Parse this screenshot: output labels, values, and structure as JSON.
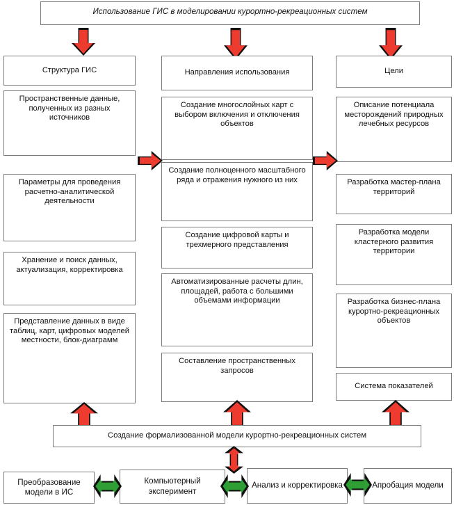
{
  "diagram": {
    "title": "Использование ГИС в моделировании курортно-рекреационных систем",
    "columns": {
      "left": {
        "header": "Структура ГИС",
        "items": [
          "Пространственные данные, полученных из разных источников",
          "Параметры для проведения расчетно-аналитической деятельности",
          "Хранение и поиск данных, актуализация, корректировка",
          "Представление данных в виде таблиц, карт, цифровых моделей местности, блок-диаграмм"
        ]
      },
      "middle": {
        "header": "Направления использования",
        "items": [
          "Создание многослойных карт с выбором включения и отключения объектов",
          "Создание полноценного масштабного ряда и отражения нужного из них",
          "Создание цифровой карты и трехмерного представления",
          "Автоматизированные расчеты длин, площадей, работа с большими объемами информации",
          "Составление пространственных запросов"
        ]
      },
      "right": {
        "header": "Цели",
        "items": [
          "Описание потенциала месторождений природных лечебных ресурсов",
          "Разработка мастер-плана территорий",
          "Разработка модели кластерного развития территории",
          "Разработка бизнес-плана курортно-рекреационных объектов",
          "Система показателей"
        ]
      }
    },
    "formalized_model": "Создание формализованной модели курортно-рекреационных систем",
    "process_steps": [
      "Преобразование модели в ИС",
      "Компьютерный эксперимент",
      "Анализ и корректировка",
      "Апробация модели"
    ],
    "colors": {
      "red_arrow": "#ee3b2f",
      "green_arrow": "#2f9e35",
      "arrow_outline": "#111111",
      "box_border": "#7b7b7b",
      "background": "#ffffff"
    }
  }
}
